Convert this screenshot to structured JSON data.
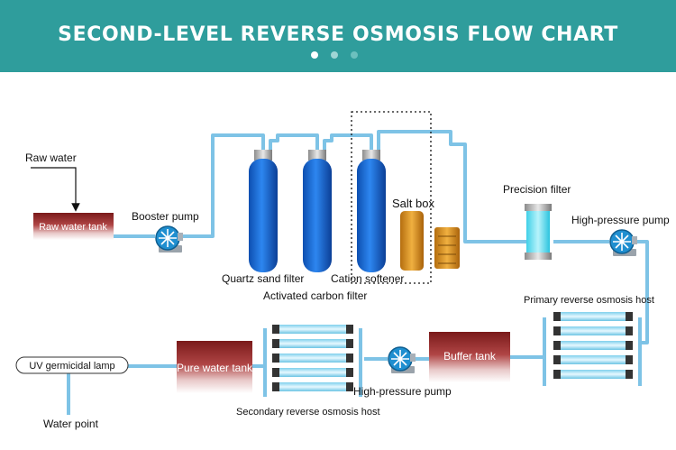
{
  "header": {
    "title": "SECOND-LEVEL REVERSE OSMOSIS FLOW CHART"
  },
  "colors": {
    "banner": "#2f9d9c",
    "pipe": "#7ec3e6",
    "tank": "#8e2424",
    "filter_vessel": "#1f6fd6",
    "salt_box": "#d8901f",
    "membrane": "#a6ddf0",
    "pump": "#1f8fd0"
  },
  "labels": {
    "raw_water": "Raw water",
    "raw_water_tank": "Raw water tank",
    "booster_pump": "Booster pump",
    "quartz_sand_filter": "Quartz sand filter",
    "activated_carbon_filter": "Activated carbon filter",
    "cation_softener": "Cation softener",
    "salt_box": "Salt box",
    "precision_filter": "Precision filter",
    "high_pressure_pump_1": "High-pressure pump",
    "primary_ro_host": "Primary reverse osmosis host",
    "buffer_tank": "Buffer tank",
    "high_pressure_pump_2": "High-pressure pump",
    "secondary_ro_host": "Secondary reverse osmosis host",
    "pure_water_tank": "Pure water tank",
    "uv_lamp": "UV germicidal lamp",
    "water_point": "Water point"
  }
}
